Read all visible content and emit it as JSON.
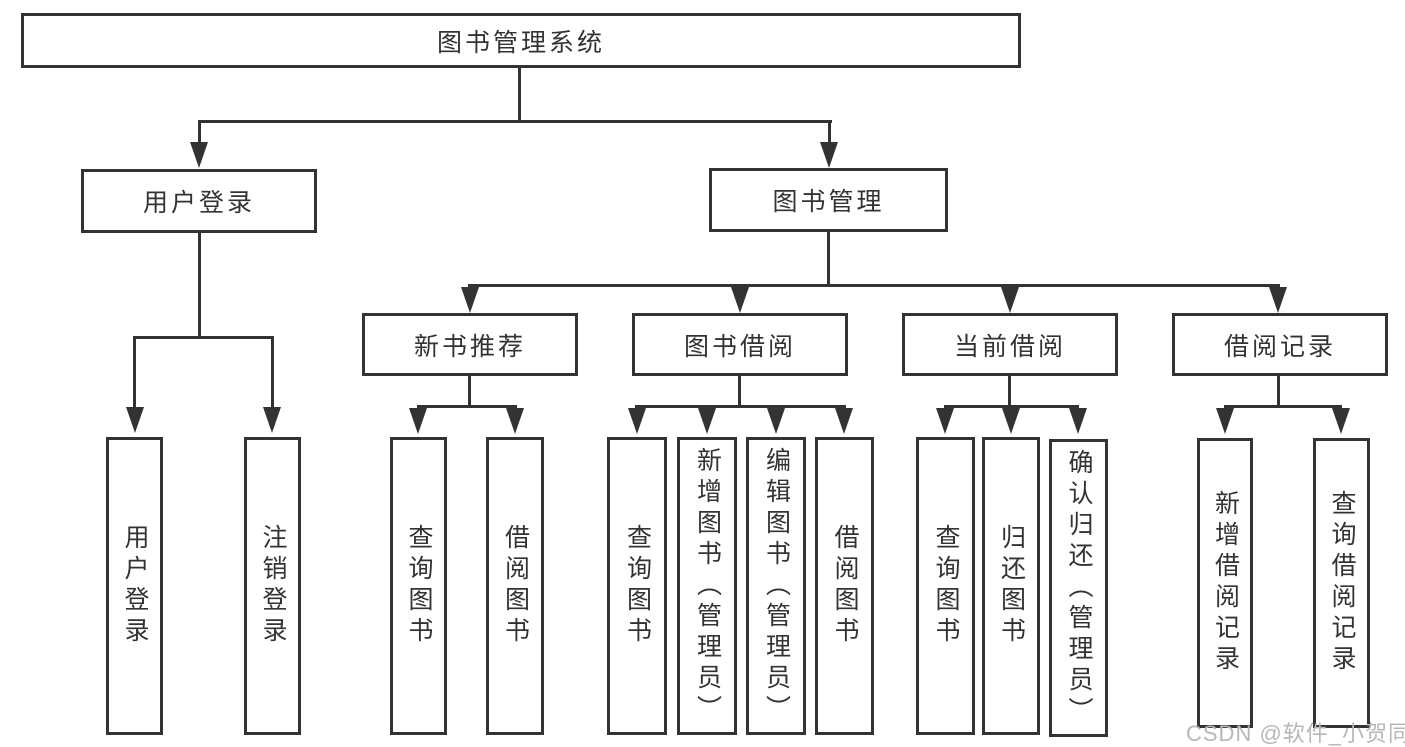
{
  "diagram": {
    "title": "图书管理系统",
    "root": {
      "label": "图书管理系统"
    },
    "branches": [
      {
        "label": "用户登录",
        "children": [
          {
            "label": "用户登录"
          },
          {
            "label": "注销登录"
          }
        ]
      },
      {
        "label": "图书管理",
        "children": [
          {
            "label": "新书推荐",
            "children": [
              {
                "label": "查询图书"
              },
              {
                "label": "借阅图书"
              }
            ]
          },
          {
            "label": "图书借阅",
            "children": [
              {
                "label": "查询图书"
              },
              {
                "label": "新增图书（管理员）"
              },
              {
                "label": "编辑图书（管理员）"
              },
              {
                "label": "借阅图书"
              }
            ]
          },
          {
            "label": "当前借阅",
            "children": [
              {
                "label": "查询图书"
              },
              {
                "label": "归还图书"
              },
              {
                "label": "确认归还（管理员）"
              }
            ]
          },
          {
            "label": "借阅记录",
            "children": [
              {
                "label": "新增借阅记录"
              },
              {
                "label": "查询借阅记录"
              }
            ]
          }
        ]
      }
    ],
    "watermark": "CSDN @软件_小贺同学",
    "colors": {
      "line": "#333333",
      "text": "#333333",
      "watermark": "#b7b7b7",
      "background": "#ffffff"
    }
  }
}
